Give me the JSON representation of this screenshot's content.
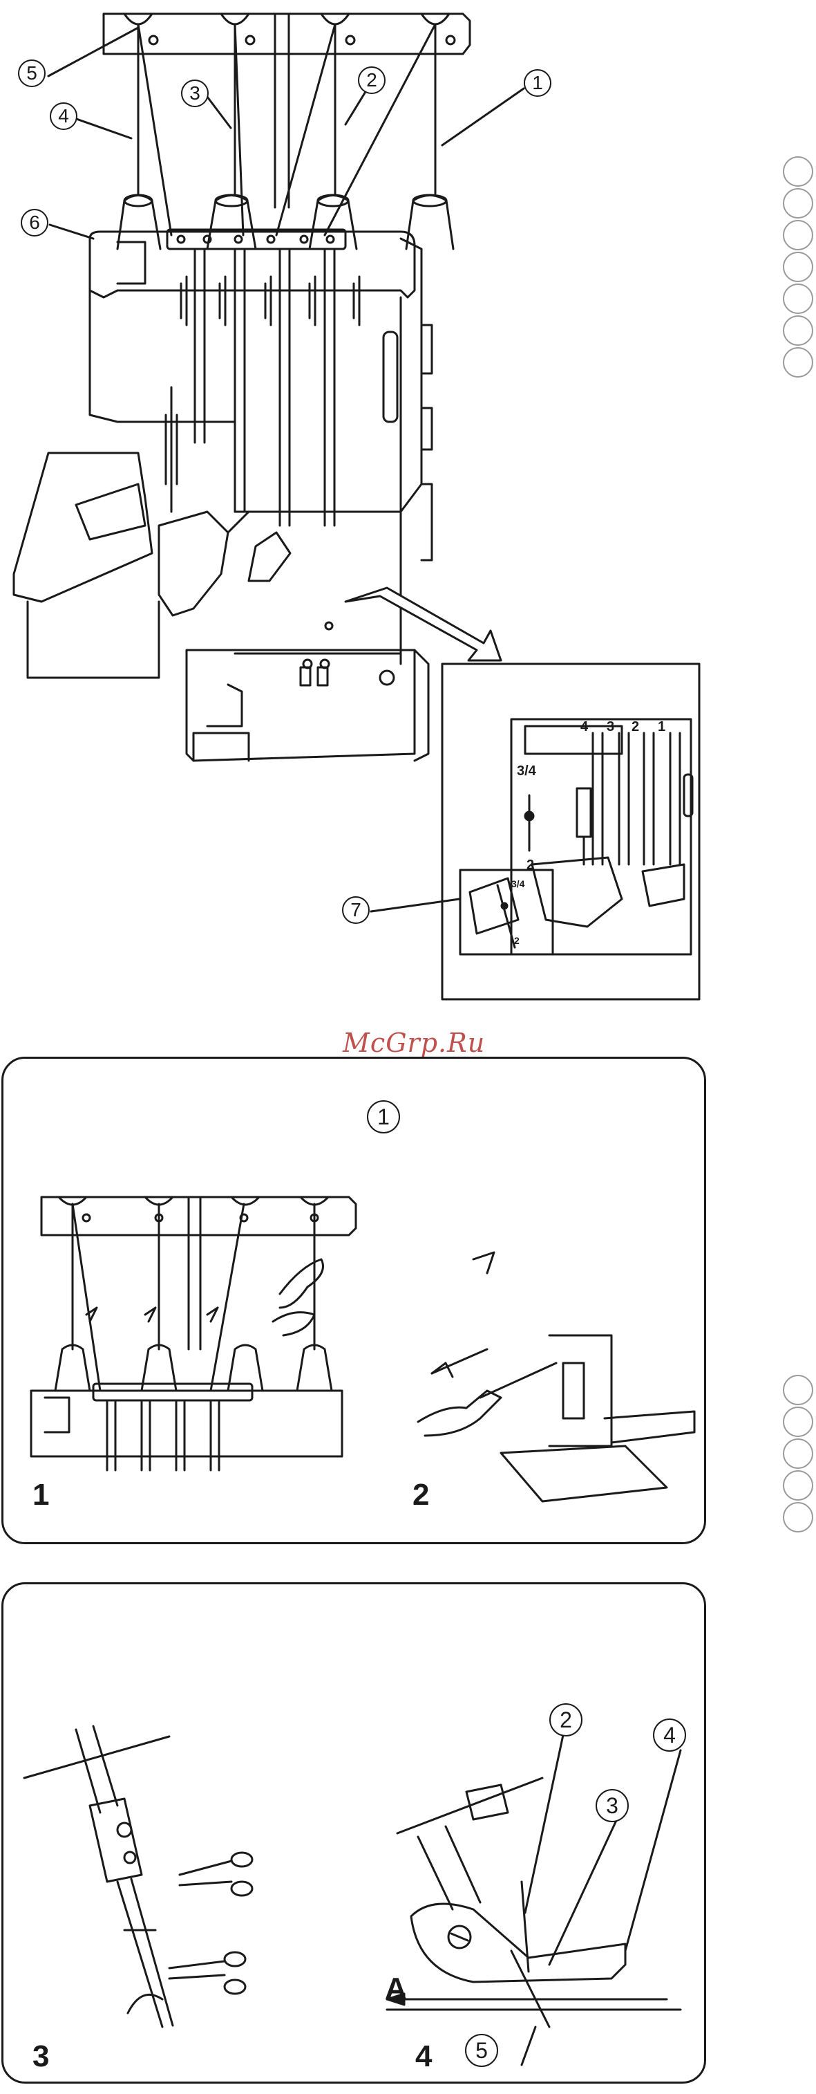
{
  "watermark": "McGrp.Ru",
  "top_diagram": {
    "callouts": [
      "1",
      "2",
      "3",
      "4",
      "5",
      "6",
      "7"
    ],
    "inset_labels": {
      "thread_order": [
        "4",
        "3",
        "2",
        "1"
      ],
      "lower_marker": "3/4",
      "lower_number": "2",
      "mini_marker": "3/4",
      "mini_number": "2"
    }
  },
  "panel1": {
    "callout": "1",
    "steps": [
      "1",
      "2"
    ]
  },
  "panel2": {
    "steps": [
      "3",
      "4"
    ],
    "callouts": [
      "2",
      "3",
      "4",
      "5"
    ],
    "arrow_label": "A"
  },
  "sidebar_groups": [
    {
      "count": 7
    },
    {
      "count": 5
    }
  ],
  "colors": {
    "line": "#1a1a1a",
    "watermark": "#c0504d",
    "dots": "#9a9a9a"
  }
}
